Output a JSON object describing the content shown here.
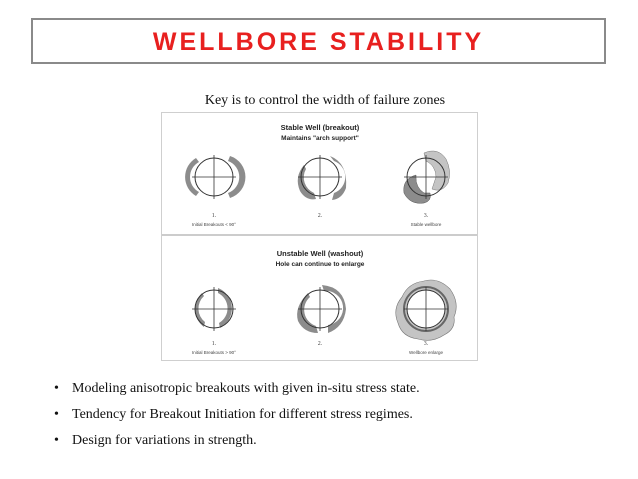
{
  "slide": {
    "title": "WELLBORE STABILITY",
    "subtitle": "Key is to control the width of failure zones"
  },
  "figure": {
    "top_panel": {
      "heading": "Stable Well (breakout)",
      "subheading": "Maintains \"arch support\"",
      "steps": [
        {
          "number": "1.",
          "caption": "Initial Breakouts < 90°"
        },
        {
          "number": "2.",
          "caption": ""
        },
        {
          "number": "3.",
          "caption": "Stable wellbore"
        }
      ]
    },
    "bottom_panel": {
      "heading": "Unstable Well (washout)",
      "subheading": "Hole can continue to enlarge",
      "steps": [
        {
          "number": "1.",
          "caption": "Initial Breakouts > 90°"
        },
        {
          "number": "2.",
          "caption": ""
        },
        {
          "number": "3.",
          "caption": "Wellbore enlarge"
        }
      ]
    }
  },
  "bullets": [
    "Modeling anisotropic breakouts with given in-situ stress state.",
    "Tendency for Breakout Initiation for different stress regimes.",
    "Design for variations in strength."
  ],
  "colors": {
    "title": "#e8201f",
    "frame": "#8a8a8a",
    "breakout_fill": "#8c8c8c",
    "washout_fill": "#c4c4c4"
  }
}
